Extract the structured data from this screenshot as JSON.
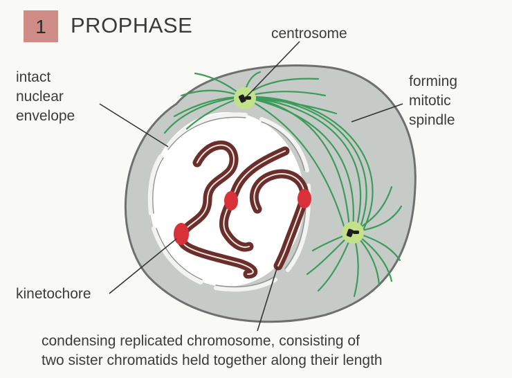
{
  "stage": {
    "number": "1",
    "title": "PROPHASE"
  },
  "labels": {
    "centrosome": "centrosome",
    "nuclear_envelope": [
      "intact",
      "nuclear",
      "envelope"
    ],
    "spindle": [
      "forming",
      "mitotic",
      "spindle"
    ],
    "kinetochore": "kinetochore",
    "chromosome": [
      "condensing replicated chromosome, consisting of",
      "two sister chromatids held together along their length"
    ]
  },
  "colors": {
    "cytoplasm": "#c7cbc7",
    "cell_outline": "#6f6f6f",
    "nucleus": "#ffffff",
    "spindle": "#3b9c5a",
    "centrosome": "#c3e08a",
    "chromosome": "#6b2f2b",
    "kinetochore": "#d8313a",
    "badge": "#cf8b86"
  }
}
